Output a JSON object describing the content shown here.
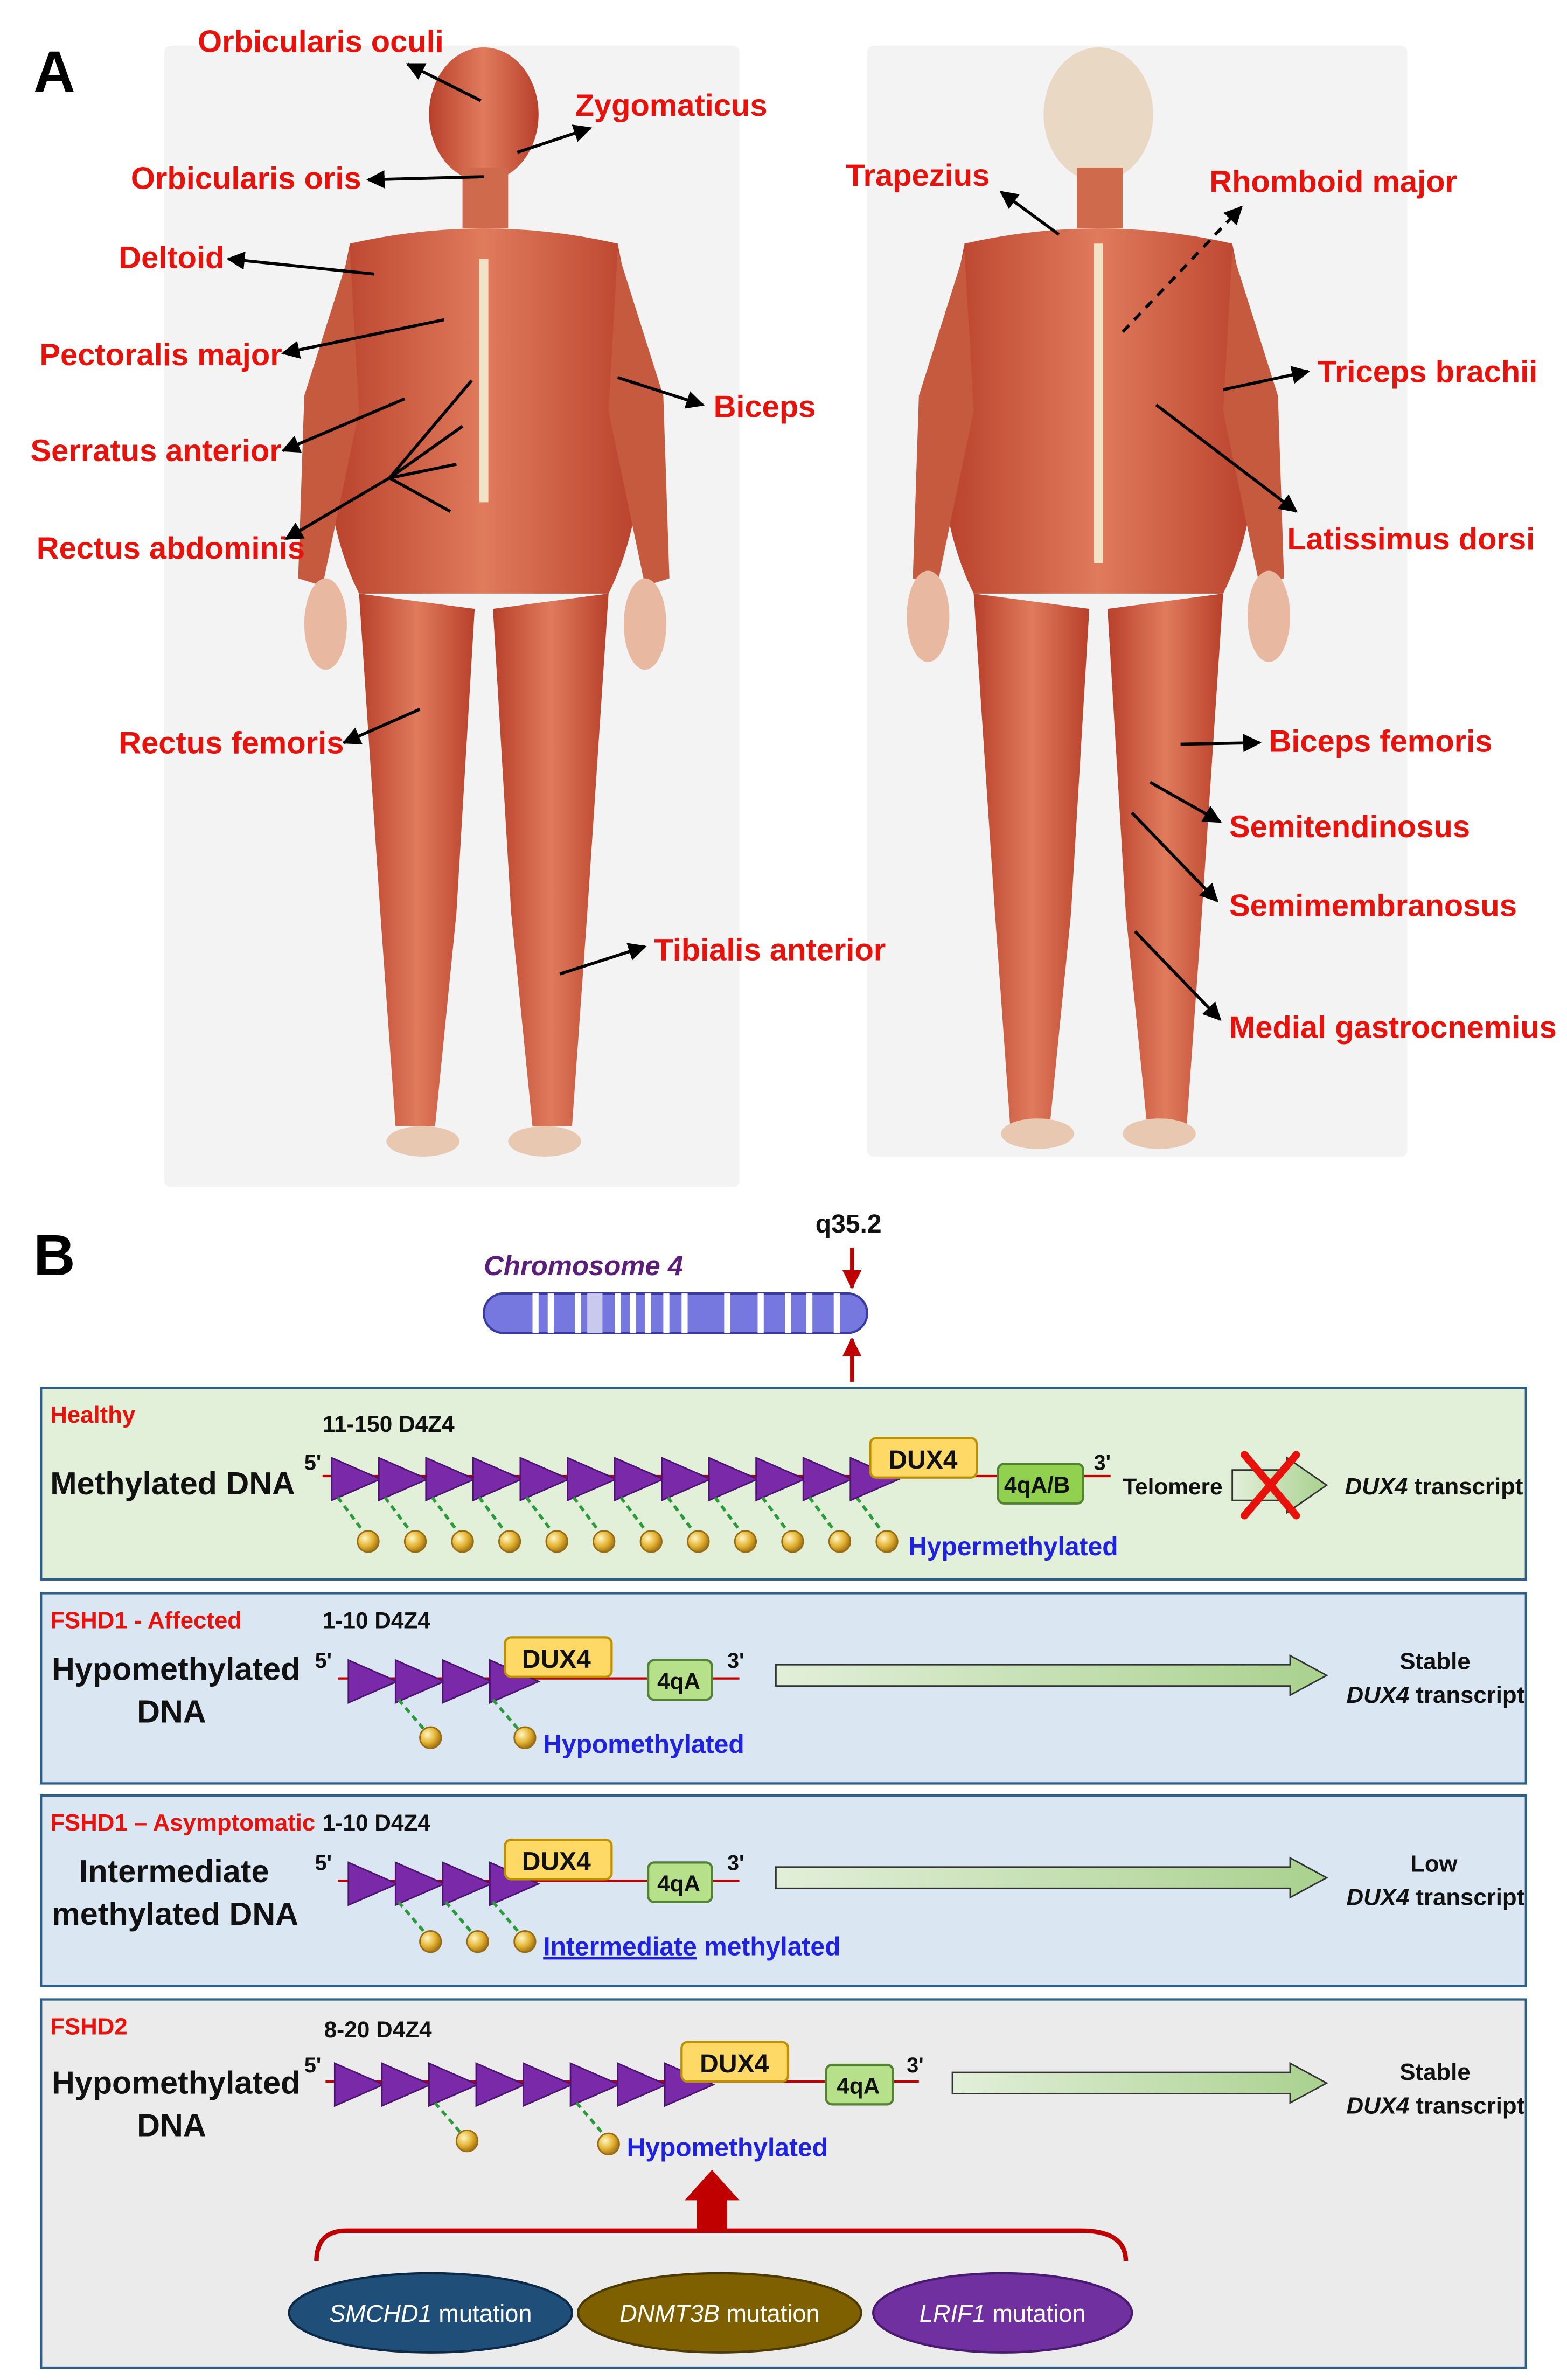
{
  "panel_a": {
    "letter": "A",
    "front_labels": [
      "Orbicularis oculi",
      "Zygomaticus",
      "Orbicularis oris",
      "Deltoid",
      "Pectoralis major",
      "Biceps",
      "Serratus anterior",
      "Rectus abdominis",
      "Rectus femoris",
      "Tibialis anterior"
    ],
    "back_labels": [
      "Trapezius",
      "Rhomboid major",
      "Triceps brachii",
      "Latissimus dorsi",
      "Biceps femoris",
      "Semitendinosus",
      "Semimembranosus",
      "Medial gastrocnemius"
    ]
  },
  "panel_b": {
    "letter": "B",
    "chromosome": {
      "name": "Chromosome 4",
      "band": "q35.2"
    },
    "rows": [
      {
        "tag": "Healthy",
        "repeats": "11-150 D4Z4",
        "title": [
          "Methylated DNA"
        ],
        "five": "5'",
        "three": "3'",
        "gene": "DUX4",
        "allele": "4qA/B",
        "telomere": "Telomere",
        "methyl": "Hypermethylated",
        "result_italic": "DUX4",
        "result_rest": " transcript"
      },
      {
        "tag": "FSHD1 - Affected",
        "repeats": "1-10 D4Z4",
        "title": [
          "Hypomethylated",
          "DNA"
        ],
        "five": "5'",
        "three": "3'",
        "gene": "DUX4",
        "allele": "4qA",
        "methyl": "Hypomethylated",
        "result_line1": "Stable",
        "result_italic": "DUX4",
        "result_rest": " transcript"
      },
      {
        "tag": "FSHD1 – Asymptomatic",
        "repeats": "1-10 D4Z4",
        "title": [
          "Intermediate",
          "methylated DNA"
        ],
        "five": "5'",
        "three": "3'",
        "gene": "DUX4",
        "allele": "4qA",
        "methyl_underlined": "Intermediate",
        "methyl_rest": " methylated",
        "result_line1": "Low",
        "result_italic": "DUX4",
        "result_rest": " transcript"
      },
      {
        "tag": "FSHD2",
        "repeats": "8-20 D4Z4",
        "title": [
          "Hypomethylated",
          "DNA"
        ],
        "five": "5'",
        "three": "3'",
        "gene": "DUX4",
        "allele": "4qA",
        "methyl": "Hypomethylated",
        "result_line1": "Stable",
        "result_italic": "DUX4",
        "result_rest": " transcript"
      }
    ],
    "mutations": [
      {
        "gene": "SMCHD1",
        "rest": " mutation",
        "color": "#1f4e79"
      },
      {
        "gene": "DNMT3B",
        "rest": " mutation",
        "color": "#7f6000"
      },
      {
        "gene": "LRIF1",
        "rest": " mutation",
        "color": "#7030a0"
      }
    ]
  },
  "colors": {
    "label_red": "#e8120c",
    "methyl_blue": "#1f22e0",
    "triangle": "#7a2aa8",
    "dux4": "#ffd966",
    "allele": "#92d050",
    "healthy_bg": "#e2efd9",
    "fshd1_bg": "#dae6f2",
    "fshd2_bg": "#ebebeb"
  }
}
